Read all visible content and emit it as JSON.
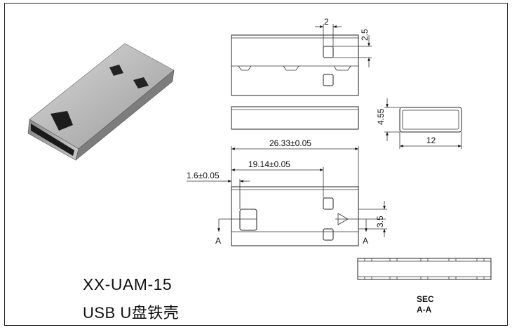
{
  "drawing": {
    "model": "XX-UAM-15",
    "product_name": "USB U盘铁壳",
    "section": {
      "line1": "SEC",
      "line2": "A-A"
    },
    "dimensions": {
      "slot_width": "2",
      "slot_offset": "2.5",
      "overall_length": "26.33±0.05",
      "offset_to_slot": "19.14±0.05",
      "slot_start": "1.6±0.05",
      "slot_pitch": "3.5",
      "height": "4.55",
      "width": "12"
    },
    "section_markers": {
      "left": "A",
      "right": "A"
    }
  }
}
